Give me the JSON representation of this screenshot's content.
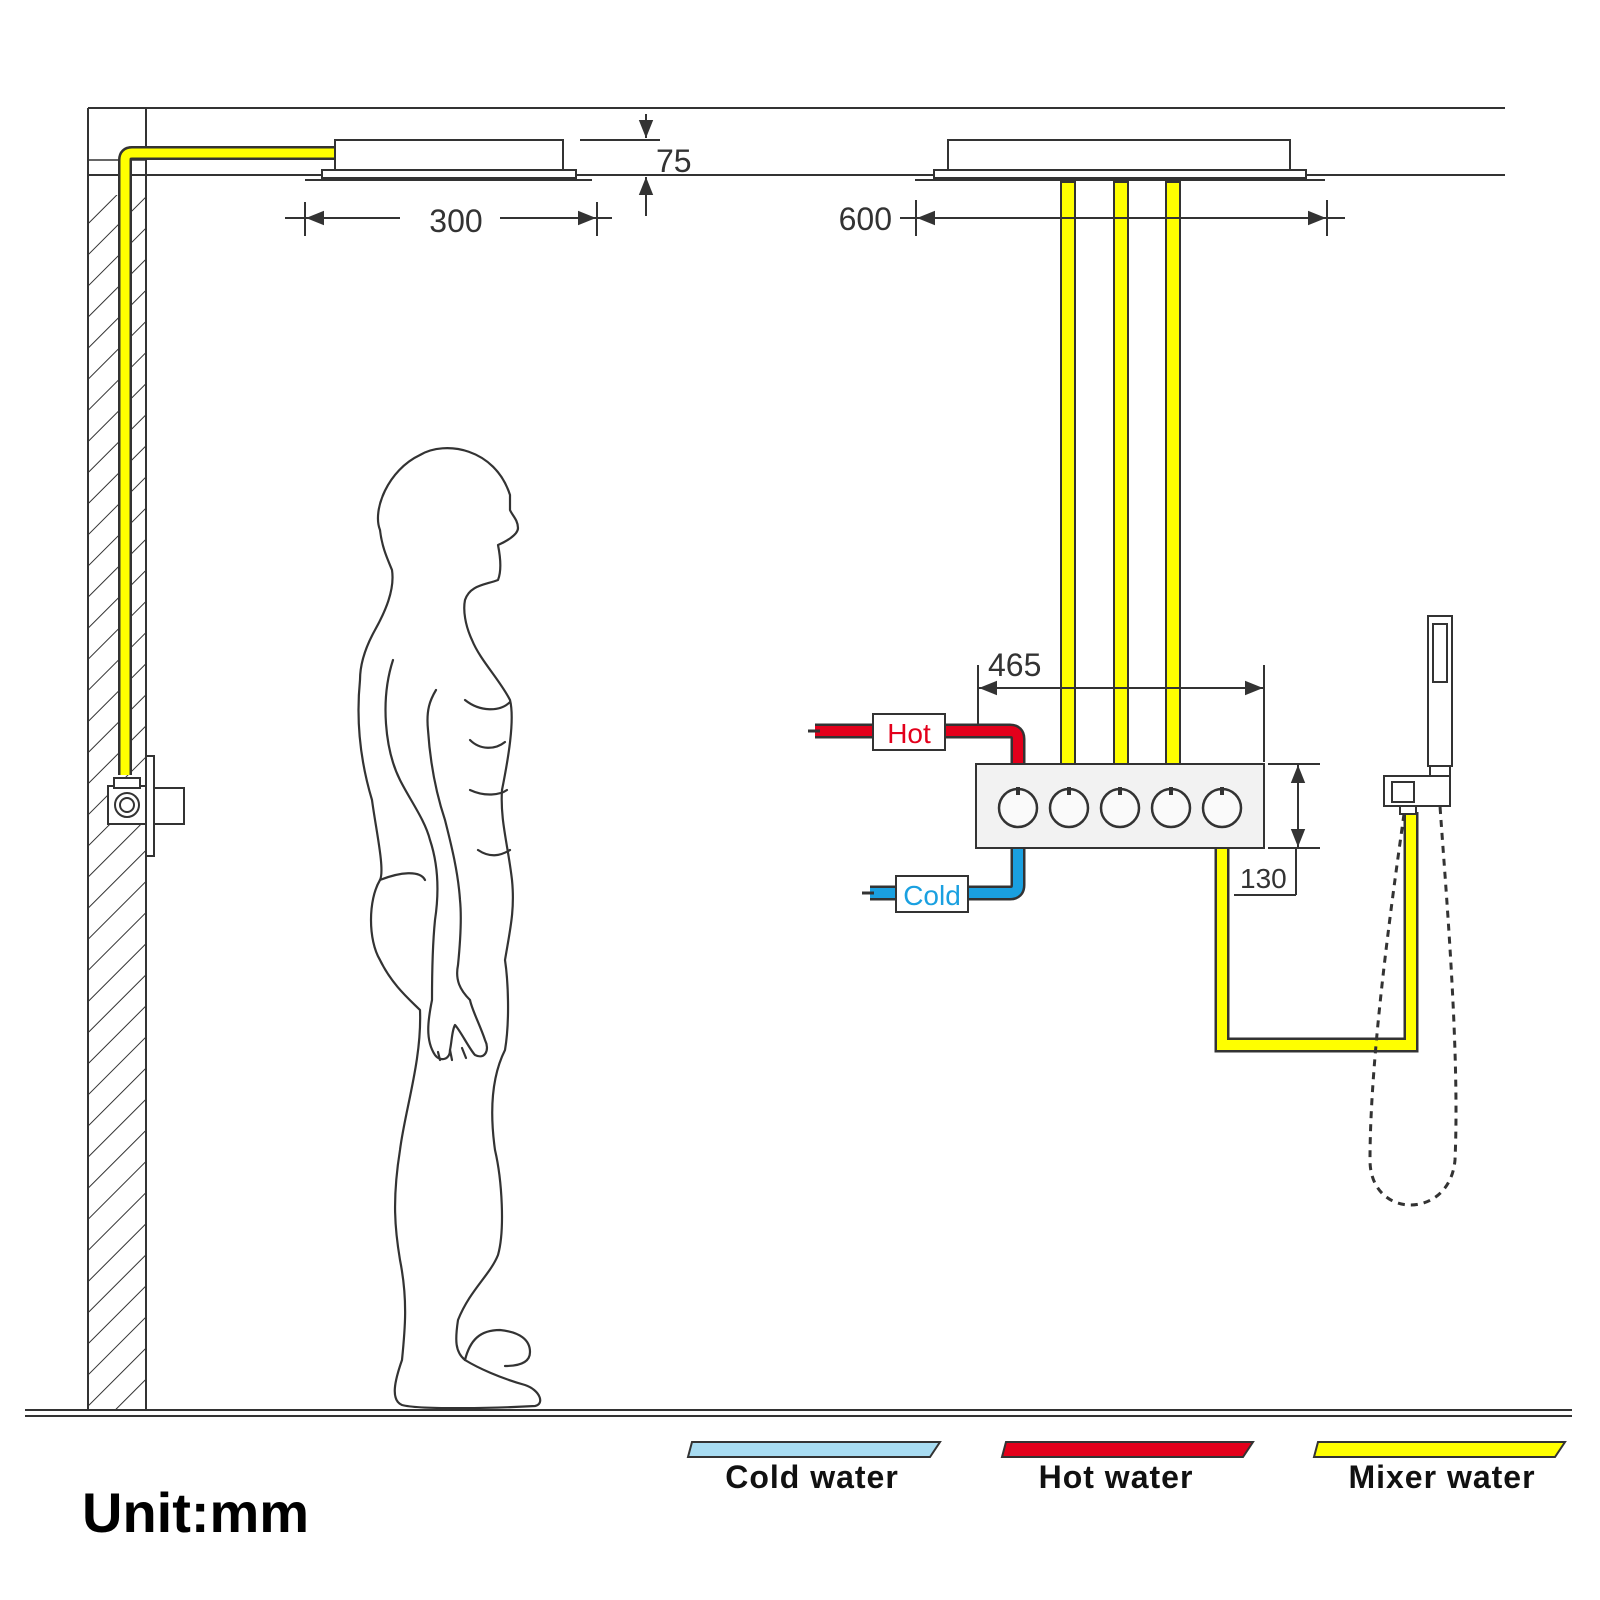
{
  "dimensions": {
    "ceiling_drop": "75",
    "head_small_width": "300",
    "head_large_width": "600",
    "valve_width": "465",
    "valve_height": "130"
  },
  "pipe_labels": {
    "hot": "Hot",
    "cold": "Cold"
  },
  "legend": [
    {
      "label": "Cold water",
      "color": "#a8dcf2"
    },
    {
      "label": "Hot water",
      "color": "#e3001b"
    },
    {
      "label": "Mixer water",
      "color": "#ffff00"
    }
  ],
  "unit_label": "Unit:mm",
  "colors": {
    "mixer": "#ffff00",
    "hot": "#e3001b",
    "cold": "#1aa0e0",
    "line": "#333333"
  }
}
